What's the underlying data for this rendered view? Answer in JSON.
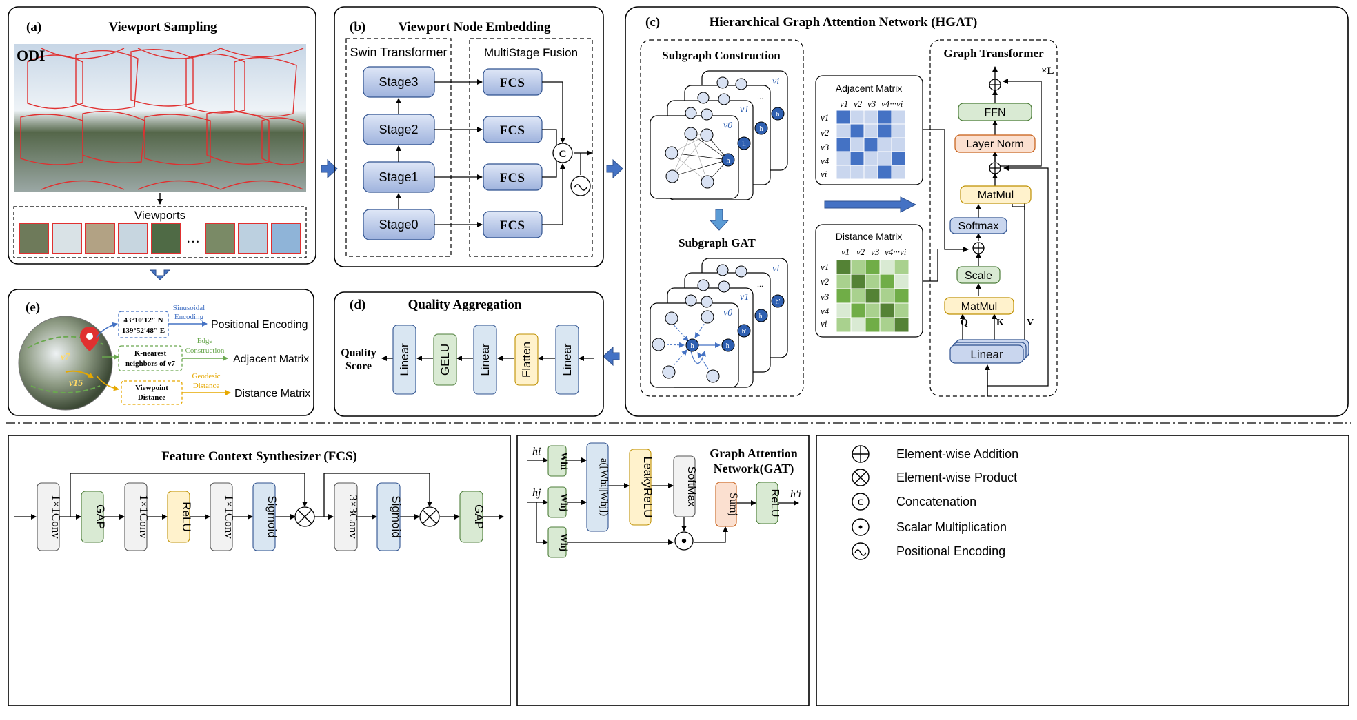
{
  "panel_a": {
    "letter": "(a)",
    "title": "Viewport Sampling",
    "odi_label": "ODI",
    "viewports_label": "Viewports",
    "ellipsis": "…"
  },
  "panel_b": {
    "letter": "(b)",
    "title": "Viewport Node Embedding",
    "swin_label": "Swin Transformer",
    "fusion_label": "MultiStage Fusion",
    "stages": [
      "Stage3",
      "Stage2",
      "Stage1",
      "Stage0"
    ],
    "fcs": "FCS",
    "concat_symbol": "C",
    "pe_symbol": "~"
  },
  "panel_c": {
    "letter": "(c)",
    "title": "Hierarchical Graph Attention Network (HGAT)",
    "subgraph_construction": "Subgraph Construction",
    "subgraph_gat": "Subgraph GAT",
    "adjacent_matrix": "Adjacent Matrix",
    "distance_matrix": "Distance Matrix",
    "col_labels": [
      "v1",
      "v2",
      "v3",
      "v4···vi"
    ],
    "row_labels": [
      "v1",
      "v2",
      "v3",
      "v4",
      "vi"
    ],
    "graph_transformer": "Graph Transformer",
    "times_l": "×L",
    "blocks": [
      "FFN",
      "Layer Norm",
      "MatMul",
      "Softmax",
      "Scale",
      "MatMul",
      "Linear"
    ],
    "qkv": [
      "Q",
      "K",
      "V"
    ],
    "node_labels": {
      "v0": "v0",
      "v1": "v1",
      "vi": "vi",
      "h": "h",
      "h_prime": "h'",
      "dots": "..."
    }
  },
  "panel_d": {
    "letter": "(d)",
    "title": "Quality Aggregation",
    "output": [
      "Quality",
      "Score"
    ],
    "layers": [
      "Linear",
      "GELU",
      "Linear",
      "Flatten",
      "Linear"
    ]
  },
  "panel_e": {
    "letter": "(e)",
    "coord": [
      "43°10′12″ N",
      "139°52′48″ E"
    ],
    "knn": [
      "K-nearest",
      "neighbors of v7"
    ],
    "viewpoint": [
      "Viewpoint",
      "Distance"
    ],
    "arrow_labels": [
      [
        "Sinusoidal",
        "Encoding"
      ],
      [
        "Edge",
        "Construction"
      ],
      [
        "Geodesic",
        "Distance"
      ]
    ],
    "outputs": [
      "Positional Encoding",
      "Adjacent Matrix",
      "Distance Matrix"
    ],
    "sphere_labels": [
      "v7",
      "v15"
    ]
  },
  "fcs_panel": {
    "title": "Feature Context Synthesizer (FCS)",
    "blocks": [
      "1×1Conv",
      "GAP",
      "1×1Conv",
      "ReLU",
      "1×1Conv",
      "Sigmoid",
      "3×3Conv",
      "Sigmoid",
      "GAP"
    ]
  },
  "gat_panel": {
    "title": [
      "Graph Attention",
      "Network(GAT)"
    ],
    "inputs": [
      "hi",
      "hj"
    ],
    "w_labels": [
      "Whi",
      "Whj",
      "Whj"
    ],
    "attention": "a([Whi||Whj])",
    "blocks": [
      "LeakyReLU",
      "SoftMax",
      "Sumj",
      "ReLU"
    ],
    "output": "h′i"
  },
  "legend": [
    {
      "symbol": "⊕",
      "label": "Element-wise Addition"
    },
    {
      "symbol": "⊗",
      "label": "Element-wise Product"
    },
    {
      "symbol": "C",
      "label": "Concatenation"
    },
    {
      "symbol": "⊙",
      "label": "Scalar Multiplication"
    },
    {
      "symbol": "~",
      "label": "Positional Encoding"
    }
  ],
  "colors": {
    "blue_block": "#c9d6ee",
    "green_block": "#d9ead3",
    "yellow_block": "#fff2cc",
    "peach_block": "#fbe0d0",
    "gray_block": "#f2f2f2",
    "arrow_blue": "#4472c4",
    "red_viewport": "#e03030",
    "node_blue": "#2e5fb0"
  }
}
